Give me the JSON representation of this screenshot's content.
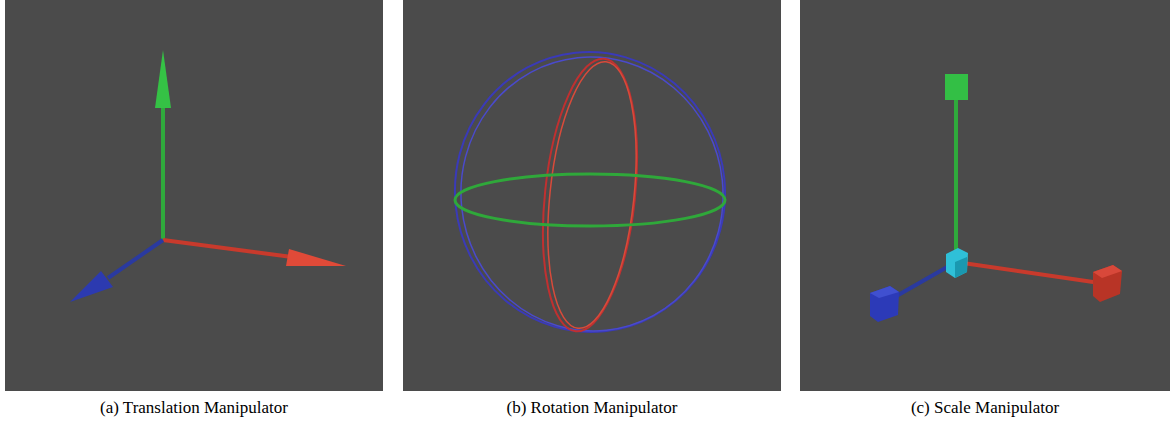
{
  "diagram": {
    "labels": [
      "(a) Translation Manipulator",
      "(b) Rotation Manipulator",
      "(c) Scale Manipulator"
    ]
  }
}
